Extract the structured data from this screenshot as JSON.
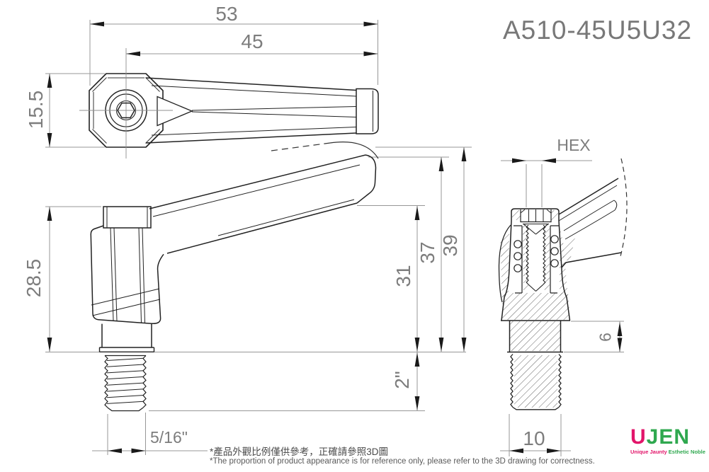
{
  "part_number": "A510-45U5U32",
  "drawing": {
    "top_view": {
      "overall_length": "53",
      "handle_length": "45",
      "head_width": "15.5"
    },
    "side_view": {
      "body_height": "28.5",
      "tip_bottom_height": "31",
      "tip_top_height": "37",
      "max_height": "39",
      "thread_length": "2\"",
      "thread_size": "5/16\""
    },
    "section_view": {
      "socket_label": "HEX",
      "neck_height": "6",
      "stud_diameter": "10"
    }
  },
  "notes": {
    "zh": "*產品外觀比例僅供參考，正確請參照3D圖",
    "en": "*The proportion of product appearance is for reference only, please refer to the 3D drawing for correctness."
  },
  "logo": {
    "text_primary": "U",
    "text_secondary": "JEN",
    "tagline_primary": "Unique Jaunty",
    "tagline_secondary": " Esthetic Noble",
    "color_pink": "#e2156a",
    "color_green": "#2fa84f",
    "style_pink": "color:#e2156a",
    "style_green": "color:#2fa84f"
  }
}
